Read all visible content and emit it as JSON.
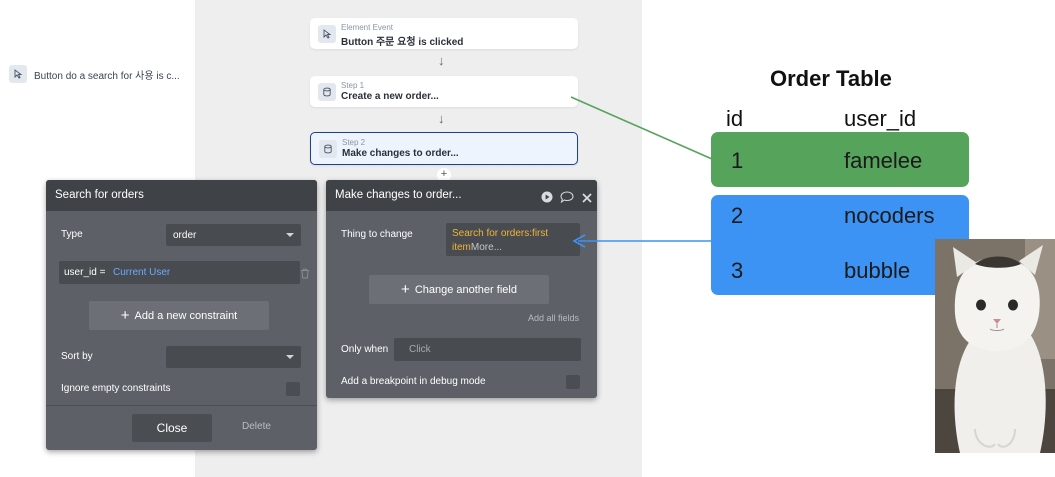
{
  "left_trigger": {
    "label": "Button do a search for 사용 is c..."
  },
  "workflow": {
    "event": {
      "caption": "Element Event",
      "title": "Button 주문 요청 is clicked"
    },
    "step1": {
      "caption": "Step 1",
      "title": "Create a new order..."
    },
    "step2": {
      "caption": "Step 2",
      "title": "Make changes to order..."
    }
  },
  "search_panel": {
    "title": "Search for orders",
    "type_label": "Type",
    "type_value": "order",
    "constraint_field": "user_id =",
    "constraint_value": "Current User",
    "add_constraint_label": "Add a new constraint",
    "sort_by_label": "Sort by",
    "sort_by_value": "",
    "ignore_empty_label": "Ignore empty constraints",
    "close_label": "Close",
    "delete_label": "Delete"
  },
  "changes_panel": {
    "title": "Make changes to order...",
    "thing_label": "Thing to change",
    "thing_value_line1": "Search for orders:first",
    "thing_value_line2": "item",
    "thing_more": "More...",
    "change_field_label": "Change another field",
    "add_all_fields": "Add all fields",
    "only_when_label": "Only when",
    "only_when_placeholder": "Click",
    "breakpoint_label": "Add a breakpoint in debug mode"
  },
  "order_table": {
    "title": "Order Table",
    "headers": [
      "id",
      "user_id"
    ],
    "rows": [
      {
        "id": "1",
        "user_id": "famelee"
      },
      {
        "id": "2",
        "user_id": "nocoders"
      },
      {
        "id": "3",
        "user_id": "bubble"
      }
    ],
    "colors": {
      "green": "#56a35c",
      "blue": "#3c93f3"
    }
  },
  "icons": {
    "cursor": "cursor-click-icon",
    "database": "database-icon",
    "play": "play-icon",
    "comment": "comment-icon",
    "close": "close-icon",
    "trash": "trash-icon"
  }
}
